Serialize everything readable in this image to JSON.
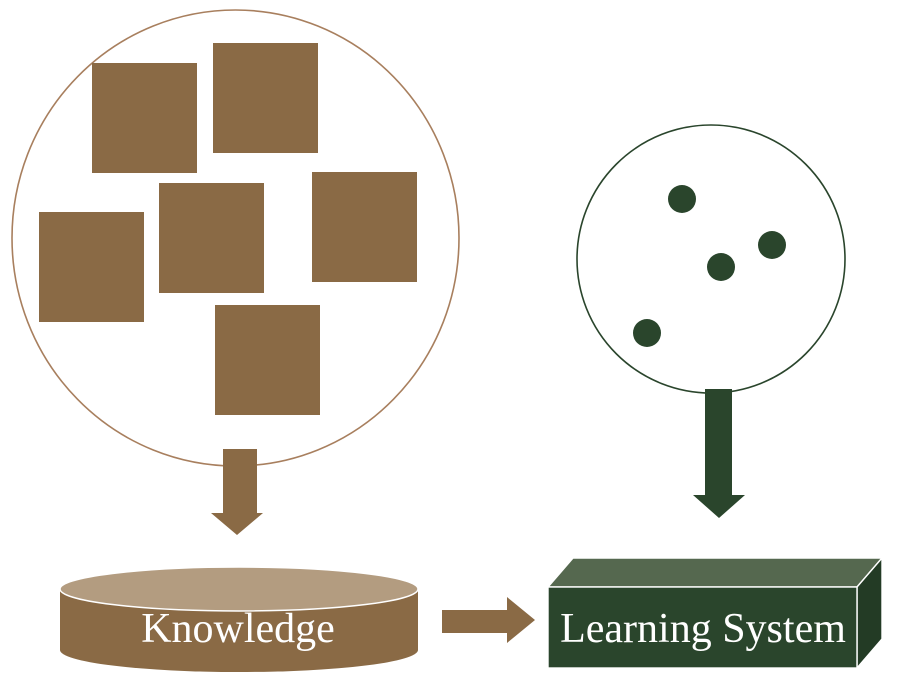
{
  "labels": {
    "knowledge": "Knowledge",
    "learning_system": "Learning System"
  },
  "palette": {
    "background": "#ffffff",
    "brown": "#8a6a45",
    "brown_circle_outline": "#a87f5e",
    "tan_cylinder_top": "#b39c80",
    "dark_green": "#2a452c",
    "green_box_top": "#55684f",
    "green_box_side": "#233b25",
    "edge_highlight": "#ffffff",
    "label_white": "#ffffff"
  },
  "figures": {
    "knowledge_squares_count": 6,
    "data_dots_count": 4
  }
}
